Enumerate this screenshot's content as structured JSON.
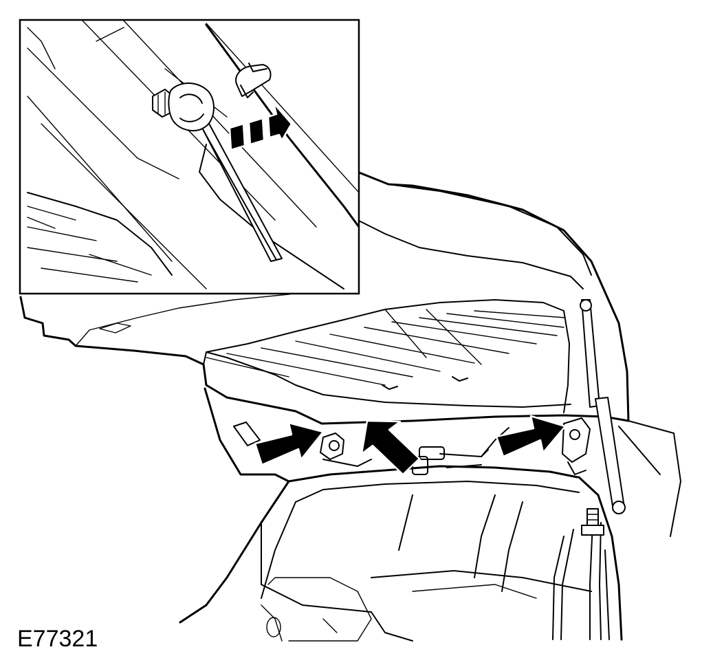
{
  "figure": {
    "id_label": "E77321"
  },
  "parts": {
    "inset_detail": "inset-detail",
    "main_view": "tailgate-open-view"
  },
  "colors": {
    "line": "#000000",
    "background": "#ffffff"
  }
}
